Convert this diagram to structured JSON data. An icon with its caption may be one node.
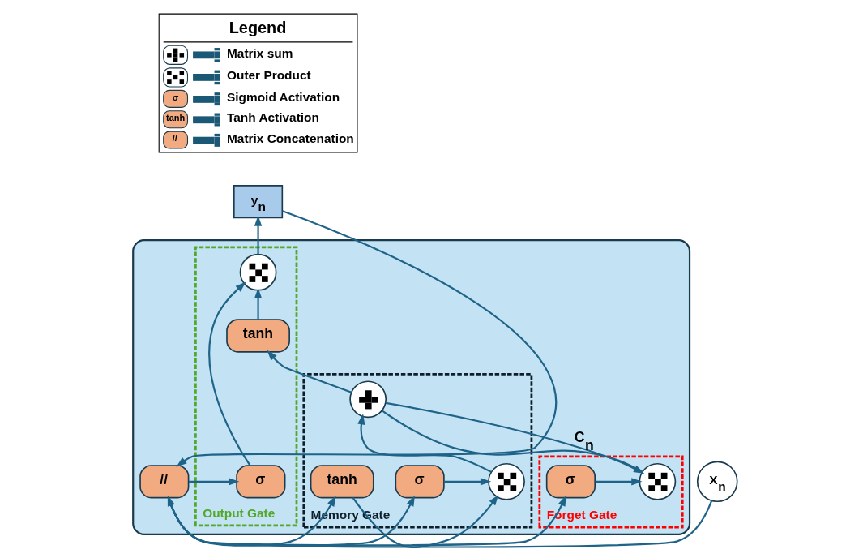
{
  "diagram": {
    "nodes": [
      {
        "text": [],
        "shape": "box"
      },
      {
        "text": [
          "Forget Gate"
        ],
        "in": 0
      },
      {
        "text": [],
        "shape": "cross",
        "in": 1
      },
      {
        "text": [
          "σ"
        ],
        "in": 1
      },
      {
        "text": [
          "Memory Gate"
        ],
        "in": 0
      },
      {
        "text": [],
        "shape": "plus",
        "in": 4
      },
      {
        "text": [],
        "shape": "cross",
        "in": 4
      },
      {
        "text": [
          "σ"
        ],
        "in": 4
      },
      {
        "text": [
          "tanh"
        ],
        "in": 4
      },
      {
        "text": [
          "Output Gate"
        ],
        "in": 0
      },
      {
        "text": [
          "tanh"
        ],
        "in": 9
      },
      {
        "text": [],
        "shape": "cross",
        "in": 9
      },
      {
        "text": [
          "σ"
        ],
        "in": 9
      },
      {
        "text": [
          "//"
        ],
        "in": 0
      },
      {
        "text": [
          "X$_{n}$"
        ]
      },
      {
        "text": [
          "y$_{n}$"
        ]
      }
    ],
    "edges": [
      {
        "from": 14,
        "to": 13,
        "arrow": "to"
      },
      {
        "from": 13,
        "to": 3,
        "arrow": "to"
      },
      {
        "from": 3,
        "to": 2,
        "arrow": "to"
      },
      {
        "from": 13,
        "to": 7,
        "arrow": "to"
      },
      {
        "from": 13,
        "to": 8,
        "arrow": "to"
      },
      {
        "from": 13,
        "to": 12,
        "arrow": "to"
      },
      {
        "from": 7,
        "to": 6,
        "arrow": "to"
      },
      {
        "from": 8,
        "to": 6,
        "arrow": "to"
      },
      {
        "from": 6,
        "to": 5,
        "arrow": "to"
      },
      {
        "from": 2,
        "to": 5,
        "arrow": "none"
      },
      {
        "from": 5,
        "to": 10,
        "arrow": "to"
      },
      {
        "from": 5,
        "to": 2,
        "arrow": "to",
        "label": "C$_{n}$"
      },
      {
        "from": 10,
        "to": 11,
        "arrow": "to"
      },
      {
        "from": 12,
        "to": 11,
        "arrow": "to"
      },
      {
        "from": 11,
        "to": 15,
        "arrow": "to"
      },
      {
        "from": 15,
        "to": 13,
        "arrow": "to"
      }
    ],
    "labels": [
      "Legend",
      "σ",
      "tanh",
      "//"
    ],
    "legend": [
      {
        "text": "Matrix sum"
      },
      {
        "text": "Outer Product"
      },
      {
        "text": "Sigmoid Activation"
      },
      {
        "text": "Tanh Activation"
      },
      {
        "text": "Matrix Concatenation"
      }
    ]
  }
}
